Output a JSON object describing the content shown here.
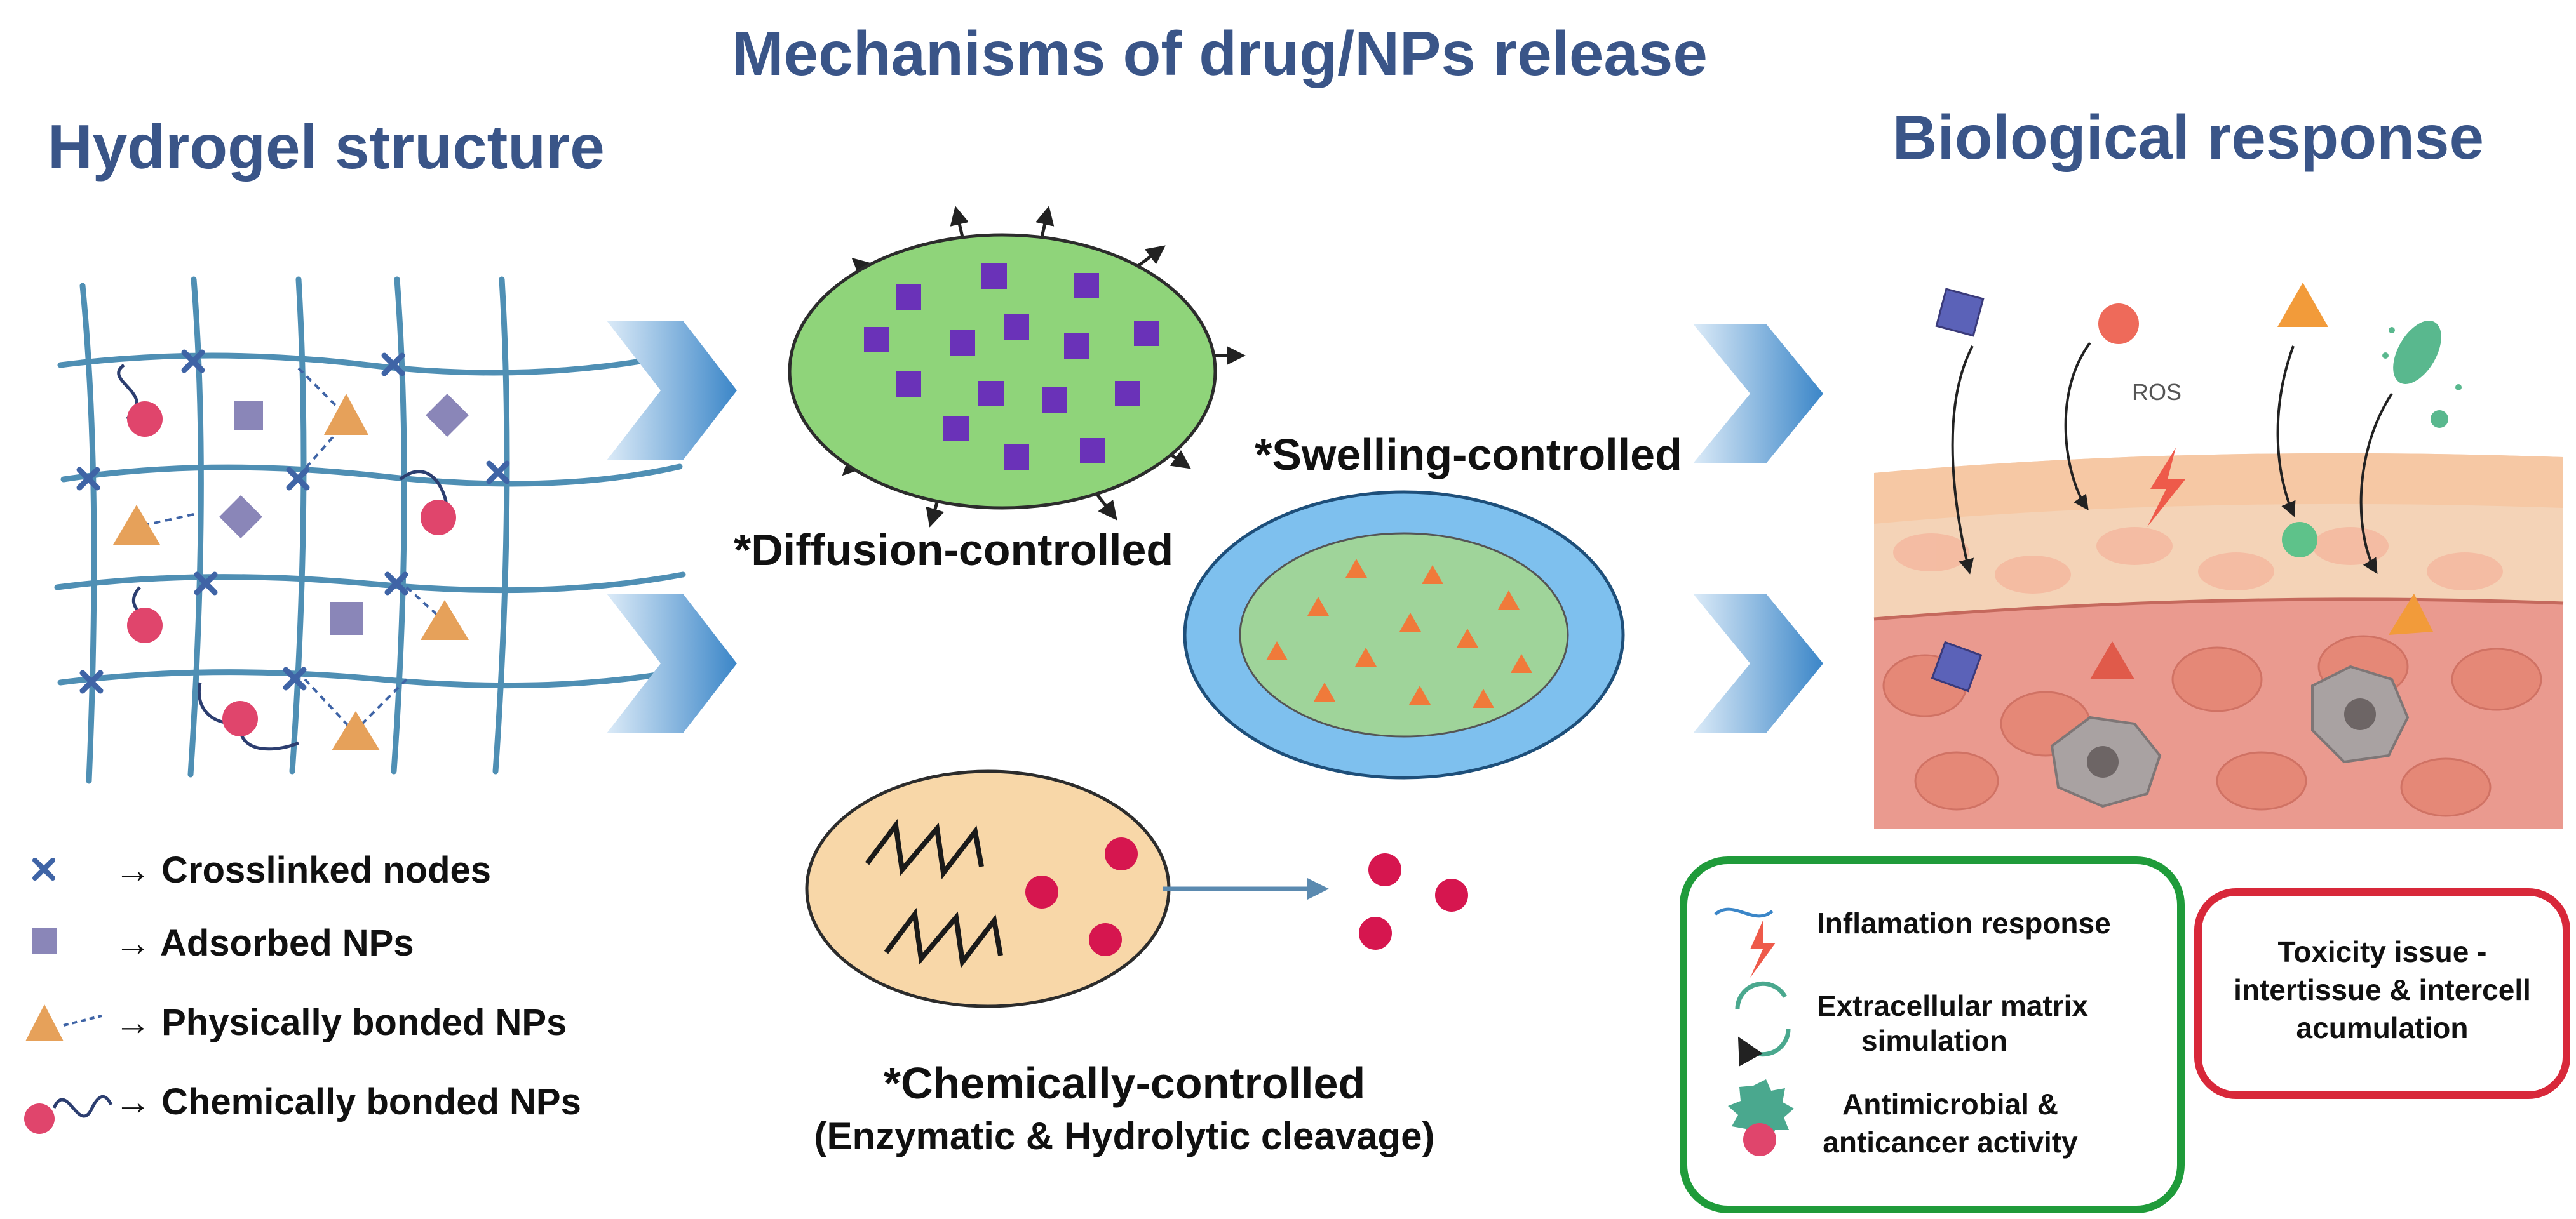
{
  "headings": {
    "hydrogel": "Hydrogel structure",
    "mechanisms": "Mechanisms of drug/NPs release",
    "biological": "Biological response"
  },
  "legend": {
    "crosslinked": "→ Crosslinked nodes",
    "adsorbed": "→ Adsorbed NPs",
    "physical": "→ Physically bonded NPs",
    "chemical": "→ Chemically bonded NPs"
  },
  "mechanisms": {
    "diffusion": "*Diffusion-controlled",
    "swelling": "*Swelling-controlled",
    "chemical": "*Chemically-controlled",
    "chemical_sub": "(Enzymatic & Hydrolytic cleavage)"
  },
  "tissue": {
    "ros": "ROS"
  },
  "responses": {
    "inflammation": "Inflamation response",
    "ecm_line1": "Extracellular matrix",
    "ecm_line2": "simulation",
    "antimicrobial_line1": "Antimicrobial &",
    "antimicrobial_line2": "anticancer activity"
  },
  "toxicity": {
    "line1": "Toxicity issue -",
    "line2": "intertissue & intercell",
    "line3": "acumulation"
  },
  "colors": {
    "heading": "#3a5588",
    "mesh": "#4f8fb4",
    "node": "#3f64a6",
    "square": "#8a86b8",
    "triangle": "#e6a15a",
    "circle": "#e0456c",
    "diffusion_fill": "#8fd47a",
    "swelling_outer": "#7ec0ee",
    "swelling_inner": "#9fd49a",
    "chemical_fill": "#f8d7a8",
    "good_box": "#1f9b3a",
    "bad_box": "#d8283a"
  }
}
